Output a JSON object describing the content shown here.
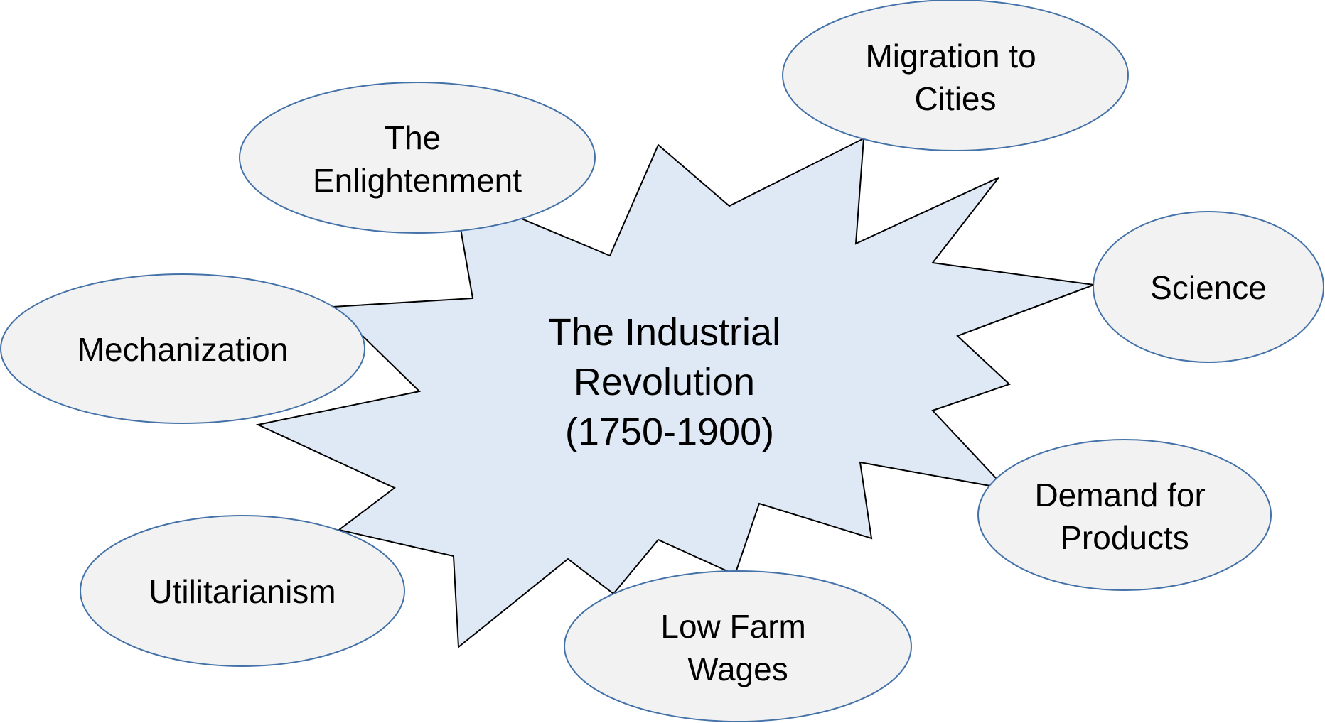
{
  "colors": {
    "burst_fill": "#dee9f5",
    "oval_fill": "#f2f2f2",
    "oval_stroke": "#4472a8",
    "text": "#000000"
  },
  "center": {
    "lines": [
      "The Industrial",
      "Revolution",
      "(1750-1900)"
    ]
  },
  "nodes": [
    {
      "id": "the-enlightenment",
      "lines": [
        "The",
        "Enlightenment"
      ]
    },
    {
      "id": "migration-to-cities",
      "lines": [
        "Migration to",
        "Cities"
      ]
    },
    {
      "id": "mechanization",
      "lines": [
        "Mechanization"
      ]
    },
    {
      "id": "science",
      "lines": [
        "Science"
      ]
    },
    {
      "id": "utilitarianism",
      "lines": [
        "Utilitarianism"
      ]
    },
    {
      "id": "demand-for-products",
      "lines": [
        "Demand for",
        "Products"
      ]
    },
    {
      "id": "low-farm-wages",
      "lines": [
        "Low Farm",
        "Wages"
      ]
    }
  ]
}
